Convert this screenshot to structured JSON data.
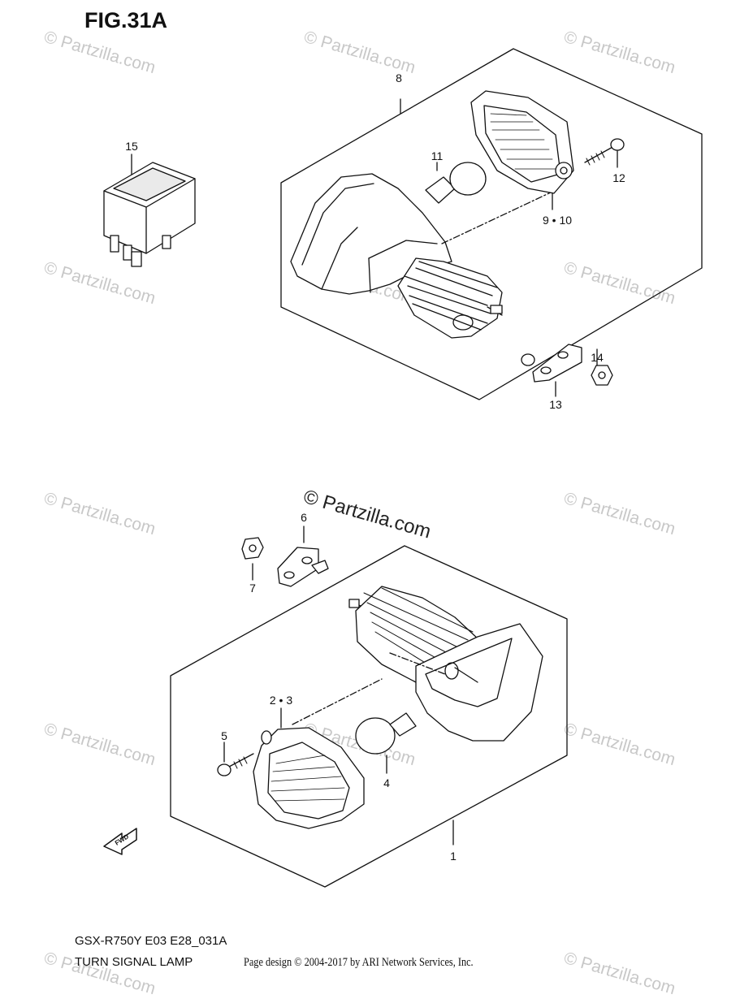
{
  "figure": {
    "title": "FIG.31A"
  },
  "callouts": {
    "c1": "1",
    "c2_3": "2 • 3",
    "c4": "4",
    "c5": "5",
    "c6": "6",
    "c7": "7",
    "c8": "8",
    "c9_10": "9 • 10",
    "c11": "11",
    "c12": "12",
    "c13": "13",
    "c14": "14",
    "c15": "15"
  },
  "arrow": {
    "text": "FWD"
  },
  "footer": {
    "model": "GSX-R750Y E03 E28_031A",
    "caption": "TURN SIGNAL LAMP",
    "credit": "Page design © 2004-2017 by ARI Network Services, Inc."
  },
  "watermark": {
    "text": "© Partzilla.com"
  }
}
